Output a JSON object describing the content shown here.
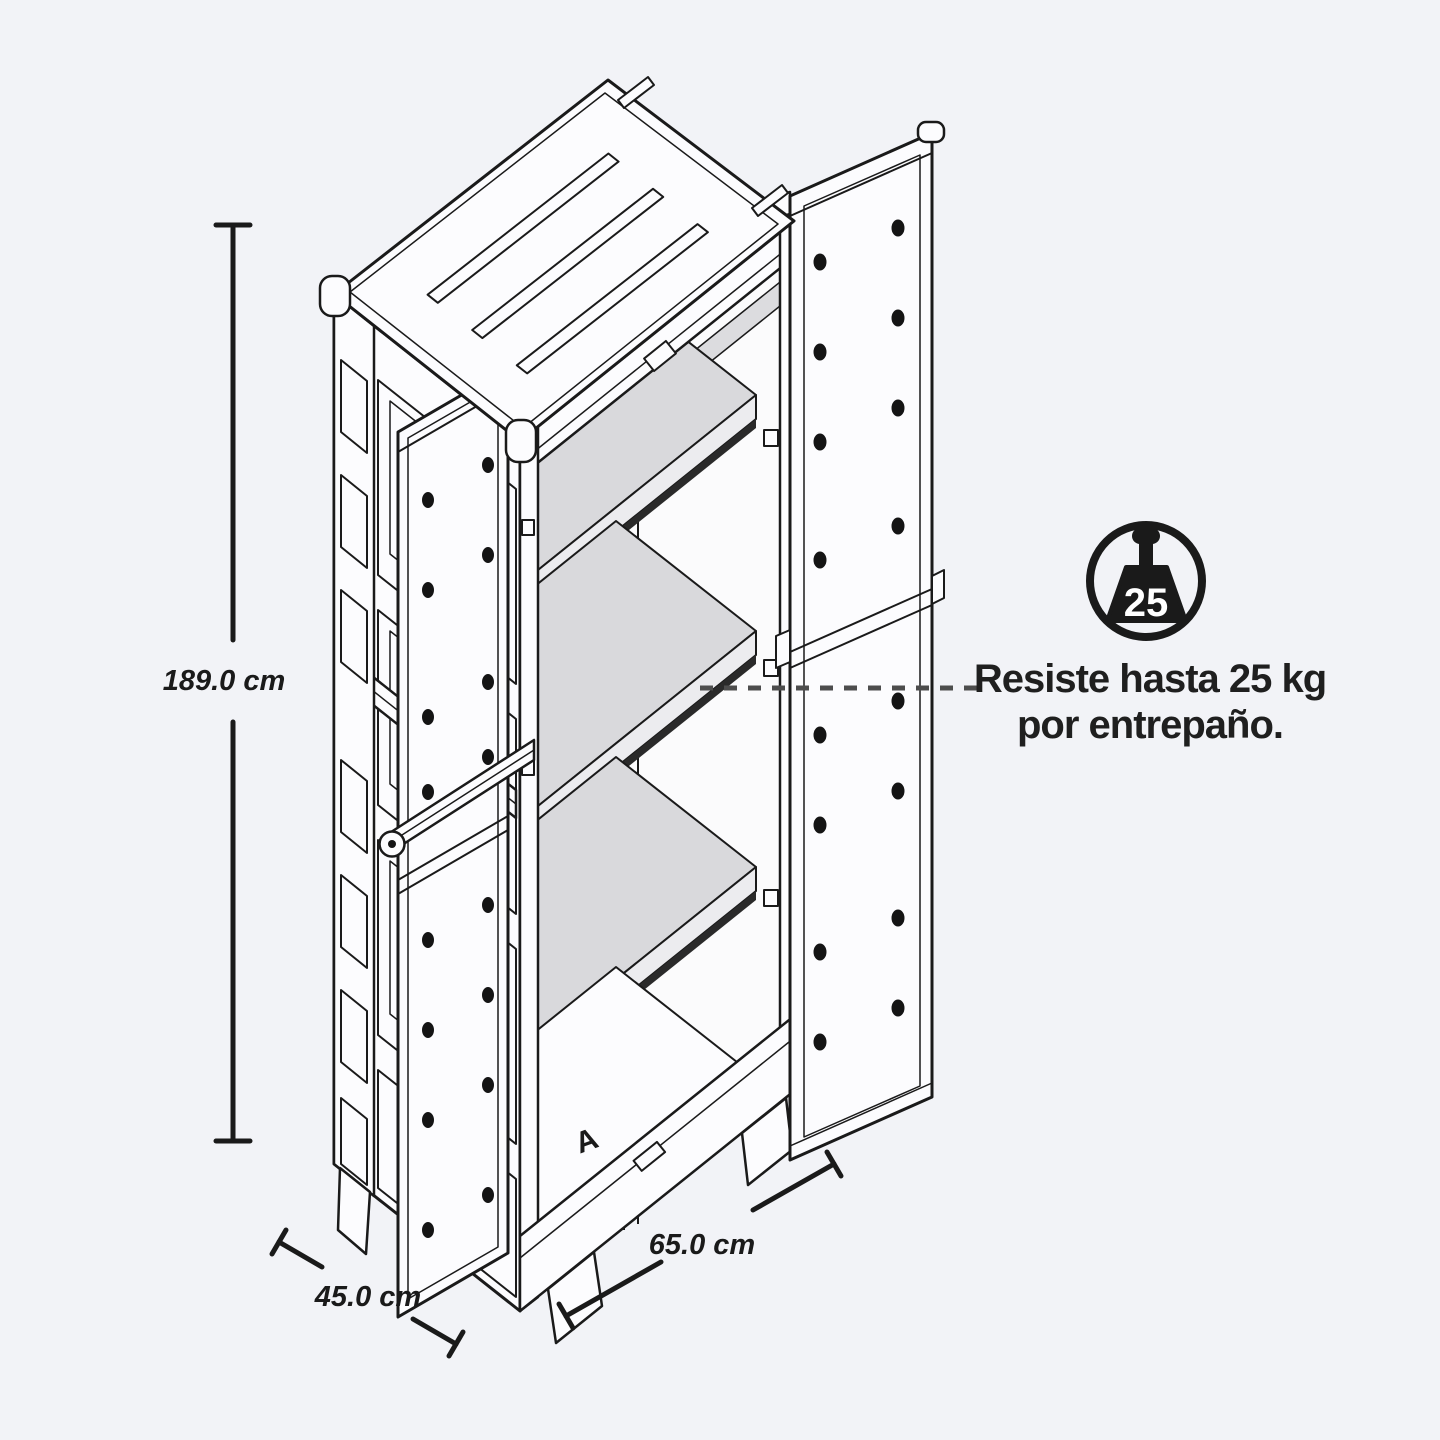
{
  "diagram": {
    "kind": "product-dimension-drawing",
    "subject": "storage cabinet with two open doors and three shelves",
    "background_color": "#f2f3f7",
    "line_color": "#1a1a1a",
    "shelf_color": "#d9d9dc",
    "floor_marker": "A"
  },
  "dimensions": {
    "height": "189.0 cm",
    "depth": "45.0 cm",
    "width": "65.0 cm"
  },
  "capacity": {
    "badge": "25",
    "line1": "Resiste hasta 25 kg",
    "line2": "por entrepaño.",
    "icon": "weight-capacity-icon"
  }
}
